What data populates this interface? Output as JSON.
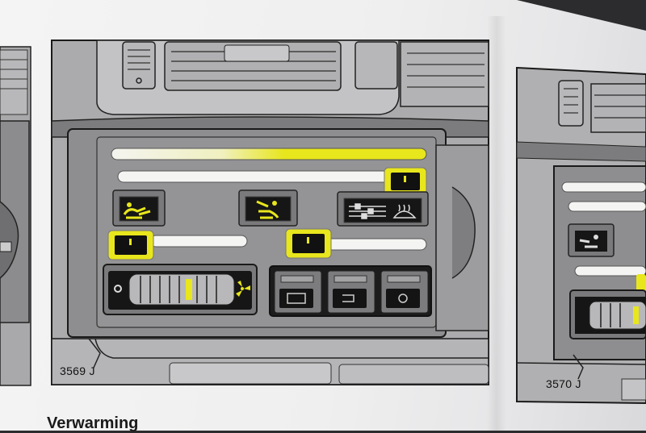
{
  "figures": [
    {
      "label": "3569 J"
    },
    {
      "label": "3570 J"
    }
  ],
  "heading": "Verwarming",
  "colors": {
    "highlight": "#e8e61c",
    "panel": "#8c8c8e",
    "dark": "#1e1e1e",
    "paper": "#f2f2f2"
  }
}
